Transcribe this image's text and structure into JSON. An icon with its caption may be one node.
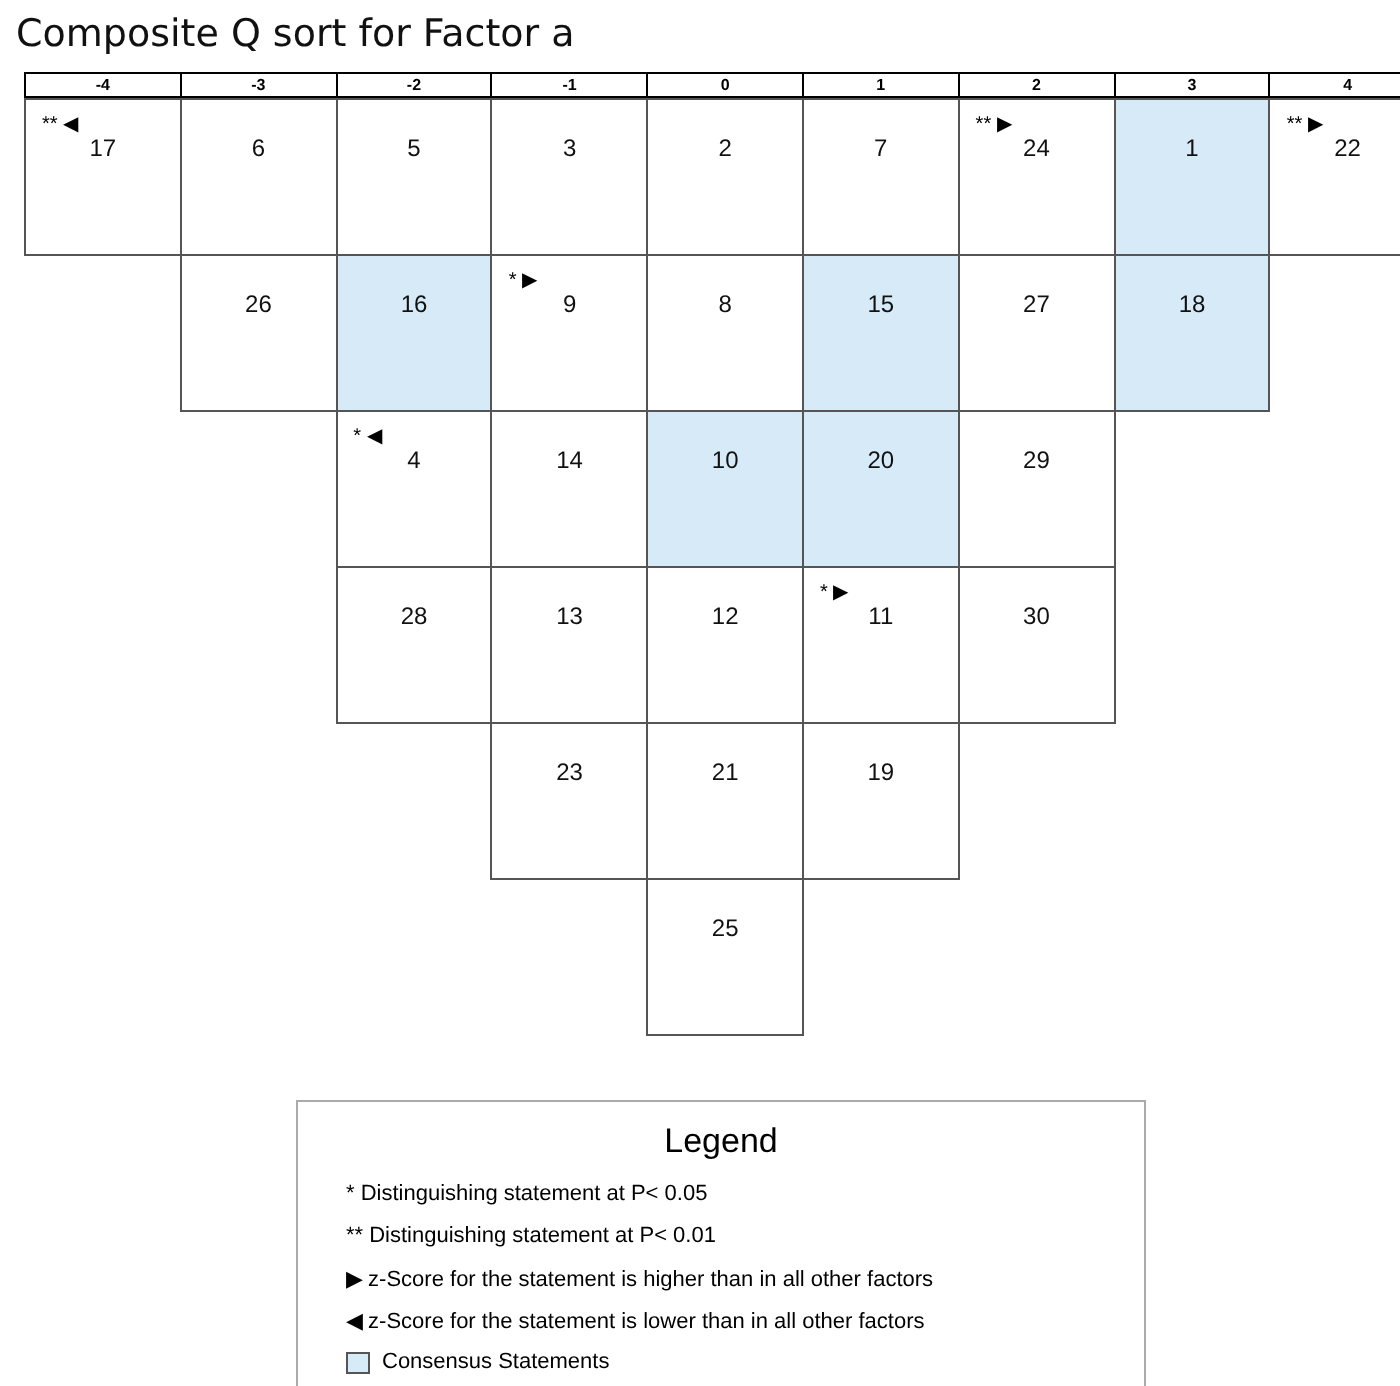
{
  "diagram": {
    "title": "Composite Q sort for Factor a",
    "nodes": [
      {
        "text": [
          "** ◀",
          "17"
        ]
      },
      {
        "text": [
          "6"
        ]
      },
      {
        "text": [
          "5"
        ]
      },
      {
        "text": [
          "3"
        ]
      },
      {
        "text": [
          "2"
        ]
      },
      {
        "text": [
          "7"
        ]
      },
      {
        "text": [
          "** ▶",
          "24"
        ]
      },
      {
        "text": [
          "1"
        ]
      },
      {
        "text": [
          "** ▶",
          "22"
        ]
      },
      {
        "text": [
          "26"
        ]
      },
      {
        "text": [
          "16"
        ]
      },
      {
        "text": [
          "* ▶",
          "9"
        ]
      },
      {
        "text": [
          "8"
        ]
      },
      {
        "text": [
          "15"
        ]
      },
      {
        "text": [
          "27"
        ]
      },
      {
        "text": [
          "18"
        ]
      },
      {
        "text": [
          "* ◀",
          "4"
        ]
      },
      {
        "text": [
          "14"
        ]
      },
      {
        "text": [
          "10"
        ]
      },
      {
        "text": [
          "20"
        ]
      },
      {
        "text": [
          "29"
        ]
      },
      {
        "text": [
          "28"
        ]
      },
      {
        "text": [
          "13"
        ]
      },
      {
        "text": [
          "12"
        ]
      },
      {
        "text": [
          "* ▶",
          "11"
        ]
      },
      {
        "text": [
          "30"
        ]
      },
      {
        "text": [
          "23"
        ]
      },
      {
        "text": [
          "21"
        ]
      },
      {
        "text": [
          "19"
        ]
      },
      {
        "text": [
          "25"
        ]
      }
    ],
    "labels": [
      "-4",
      "-3",
      "-2",
      "-1",
      "0",
      "1",
      "2",
      "3",
      "4",
      "Legend"
    ],
    "legend": [
      {
        "text": "* Distinguishing statement at P< 0.05"
      },
      {
        "text": "** Distinguishing statement at P< 0.01"
      },
      {
        "text": "▶ z-Score for the statement is higher than in all other factors"
      },
      {
        "text": "◀ z-Score for the statement is lower than in all other factors"
      },
      {
        "text": "Consensus Statements",
        "color": "#d6eaf8"
      }
    ]
  }
}
